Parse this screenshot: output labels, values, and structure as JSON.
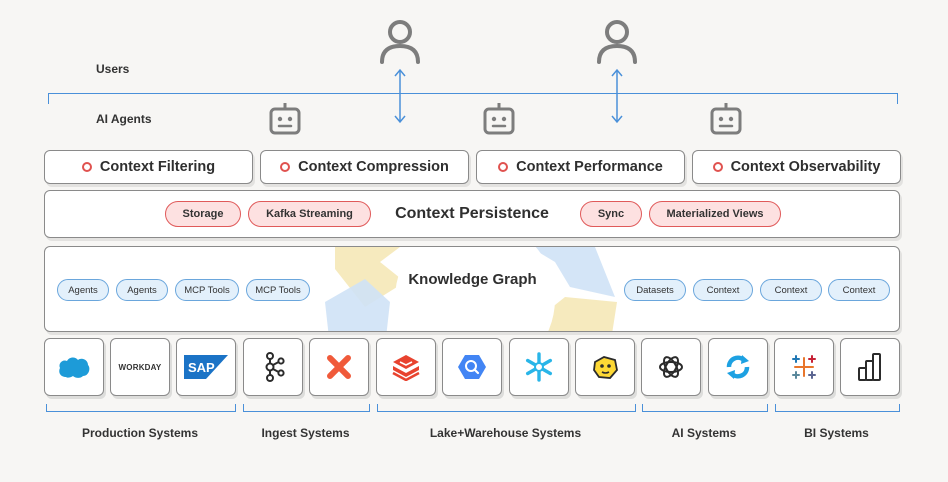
{
  "tiers": {
    "users": "Users",
    "ai_agents": "AI Agents"
  },
  "context_layer": [
    {
      "label": "Context Filtering"
    },
    {
      "label": "Context Compression"
    },
    {
      "label": "Context Performance"
    },
    {
      "label": "Context Observability"
    }
  ],
  "persistence": {
    "title": "Context Persistence",
    "pills": [
      "Storage",
      "Kafka Streaming",
      "Sync",
      "Materialized Views"
    ]
  },
  "knowledge_graph": {
    "title": "Knowledge Graph",
    "left_pills": [
      "Agents",
      "Agents",
      "MCP Tools",
      "MCP Tools"
    ],
    "right_pills": [
      "Datasets",
      "Context",
      "Context",
      "Context"
    ]
  },
  "systems": {
    "icons": [
      "salesforce-icon",
      "workday-icon",
      "sap-icon",
      "kafka-icon",
      "airbyte-icon",
      "databricks-icon",
      "bigquery-icon",
      "snowflake-icon",
      "hive-icon",
      "openai-icon",
      "ai-sync-icon",
      "tableau-icon",
      "powerbi-icon"
    ],
    "workday_text": "WORKDAY",
    "sap_text": "SAP"
  },
  "categories": [
    "Production Systems",
    "Ingest Systems",
    "Lake+Warehouse Systems",
    "AI Systems",
    "BI Systems"
  ],
  "colors": {
    "accent_blue": "#4a90d9",
    "pill_red": "#e05a5a",
    "pill_red_fill": "#fde1e1",
    "pill_blue_fill": "#e3f0fb",
    "border_gray": "#8a8a8a",
    "background": "#f7f6f4"
  }
}
